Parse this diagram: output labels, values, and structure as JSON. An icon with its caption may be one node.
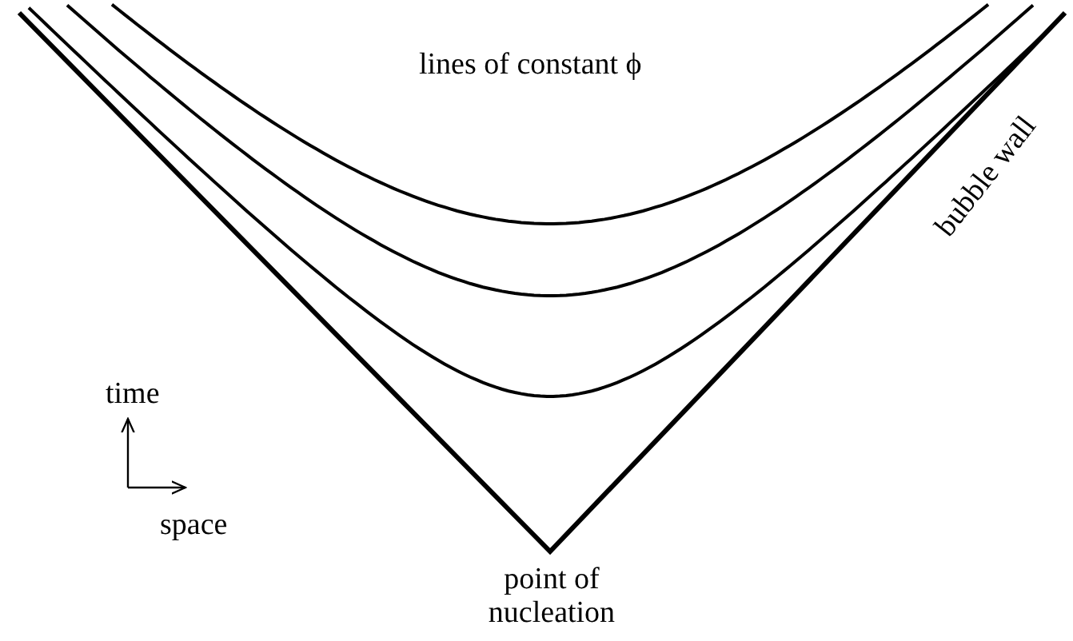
{
  "diagram": {
    "labels": [
      "lines of constant ϕ",
      "bubble wall",
      "time",
      "space",
      "point of nucleation"
    ]
  }
}
